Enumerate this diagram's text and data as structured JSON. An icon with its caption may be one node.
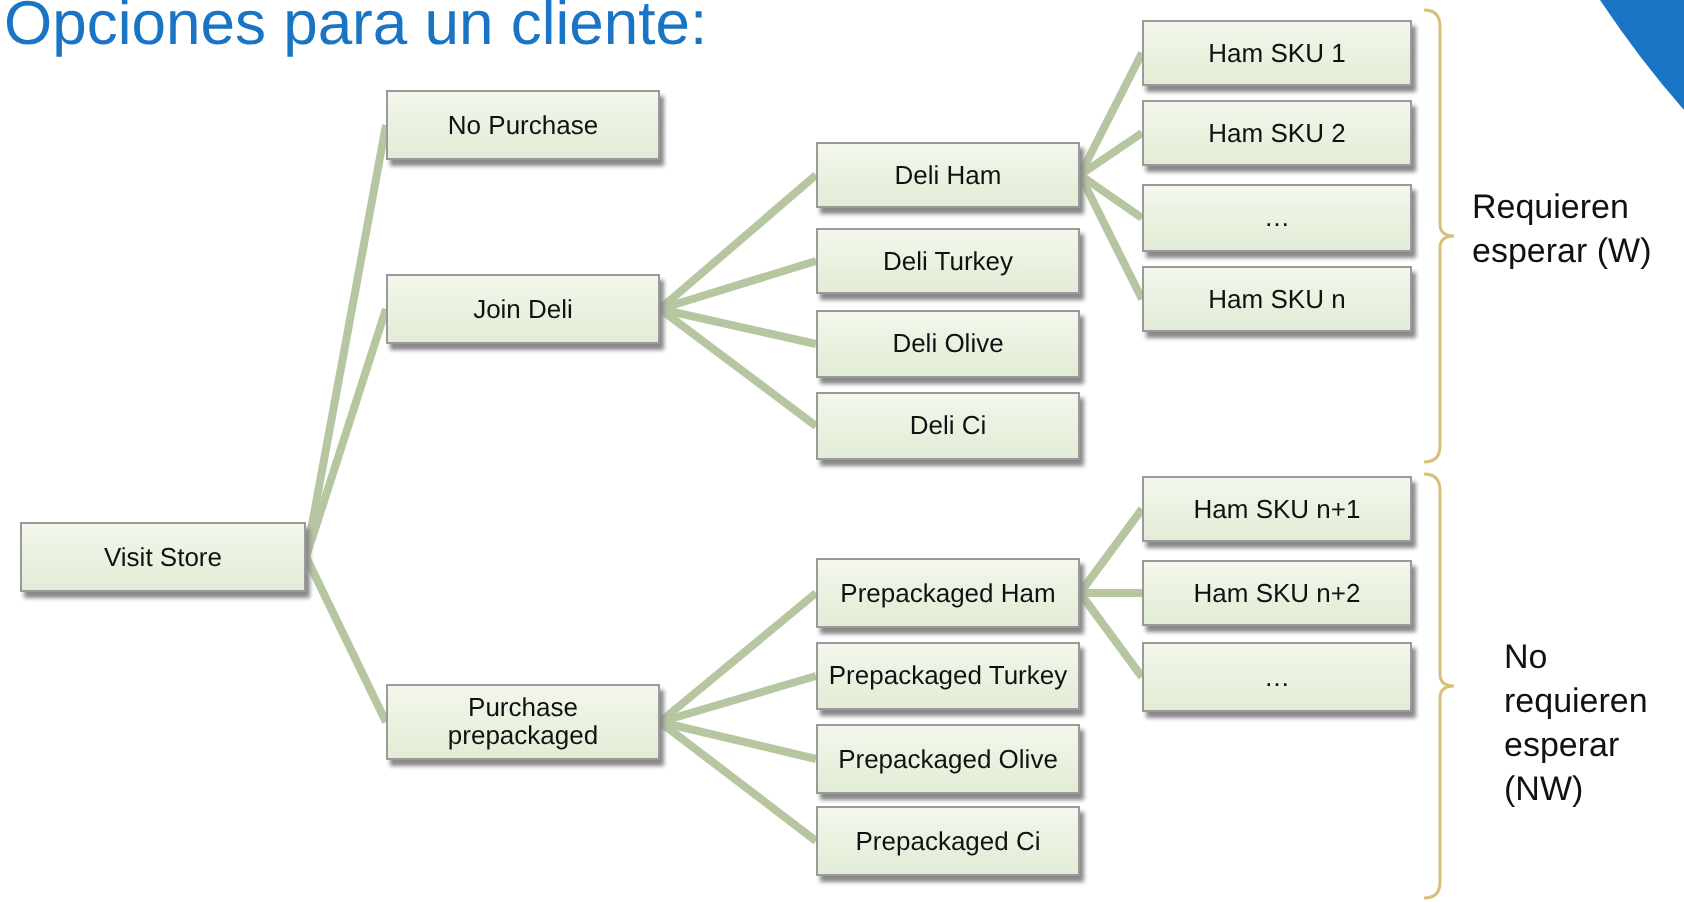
{
  "diagram": {
    "title": "Opciones para un cliente:",
    "nodes": [
      {
        "text": [
          "Visit Store"
        ]
      },
      {
        "text": [
          "No Purchase"
        ]
      },
      {
        "text": [
          "Join Deli"
        ]
      },
      {
        "text": [
          "Purchase prepackaged"
        ]
      },
      {
        "text": [
          "Deli Ham"
        ]
      },
      {
        "text": [
          "Deli Turkey"
        ]
      },
      {
        "text": [
          "Deli Olive"
        ]
      },
      {
        "text": [
          "Deli Ci"
        ]
      },
      {
        "text": [
          "Ham SKU 1"
        ]
      },
      {
        "text": [
          "Ham SKU 2"
        ]
      },
      {
        "text": [
          "…"
        ]
      },
      {
        "text": [
          "Ham SKU n"
        ]
      },
      {
        "text": [
          "Prepackaged Ham"
        ]
      },
      {
        "text": [
          "Prepackaged Turkey"
        ]
      },
      {
        "text": [
          "Prepackaged Olive"
        ]
      },
      {
        "text": [
          "Prepackaged Ci"
        ]
      },
      {
        "text": [
          "Ham SKU n+1"
        ]
      },
      {
        "text": [
          "Ham SKU n+2"
        ]
      },
      {
        "text": [
          "…"
        ]
      }
    ],
    "edges": [
      {
        "from": 0,
        "to": 1,
        "arrow": "none"
      },
      {
        "from": 0,
        "to": 2,
        "arrow": "none"
      },
      {
        "from": 0,
        "to": 3,
        "arrow": "none"
      },
      {
        "from": 2,
        "to": 4,
        "arrow": "none"
      },
      {
        "from": 2,
        "to": 5,
        "arrow": "none"
      },
      {
        "from": 2,
        "to": 6,
        "arrow": "none"
      },
      {
        "from": 2,
        "to": 7,
        "arrow": "none"
      },
      {
        "from": 4,
        "to": 8,
        "arrow": "none"
      },
      {
        "from": 4,
        "to": 9,
        "arrow": "none"
      },
      {
        "from": 4,
        "to": 10,
        "arrow": "none"
      },
      {
        "from": 4,
        "to": 11,
        "arrow": "none"
      },
      {
        "from": 3,
        "to": 12,
        "arrow": "none"
      },
      {
        "from": 3,
        "to": 13,
        "arrow": "none"
      },
      {
        "from": 3,
        "to": 14,
        "arrow": "none"
      },
      {
        "from": 3,
        "to": 15,
        "arrow": "none"
      },
      {
        "from": 12,
        "to": 16,
        "arrow": "none"
      },
      {
        "from": 12,
        "to": 17,
        "arrow": "none"
      },
      {
        "from": 12,
        "to": 18,
        "arrow": "none"
      }
    ],
    "labels": [
      "Requieren esperar (W)",
      "No requieren esperar (NW)"
    ]
  }
}
